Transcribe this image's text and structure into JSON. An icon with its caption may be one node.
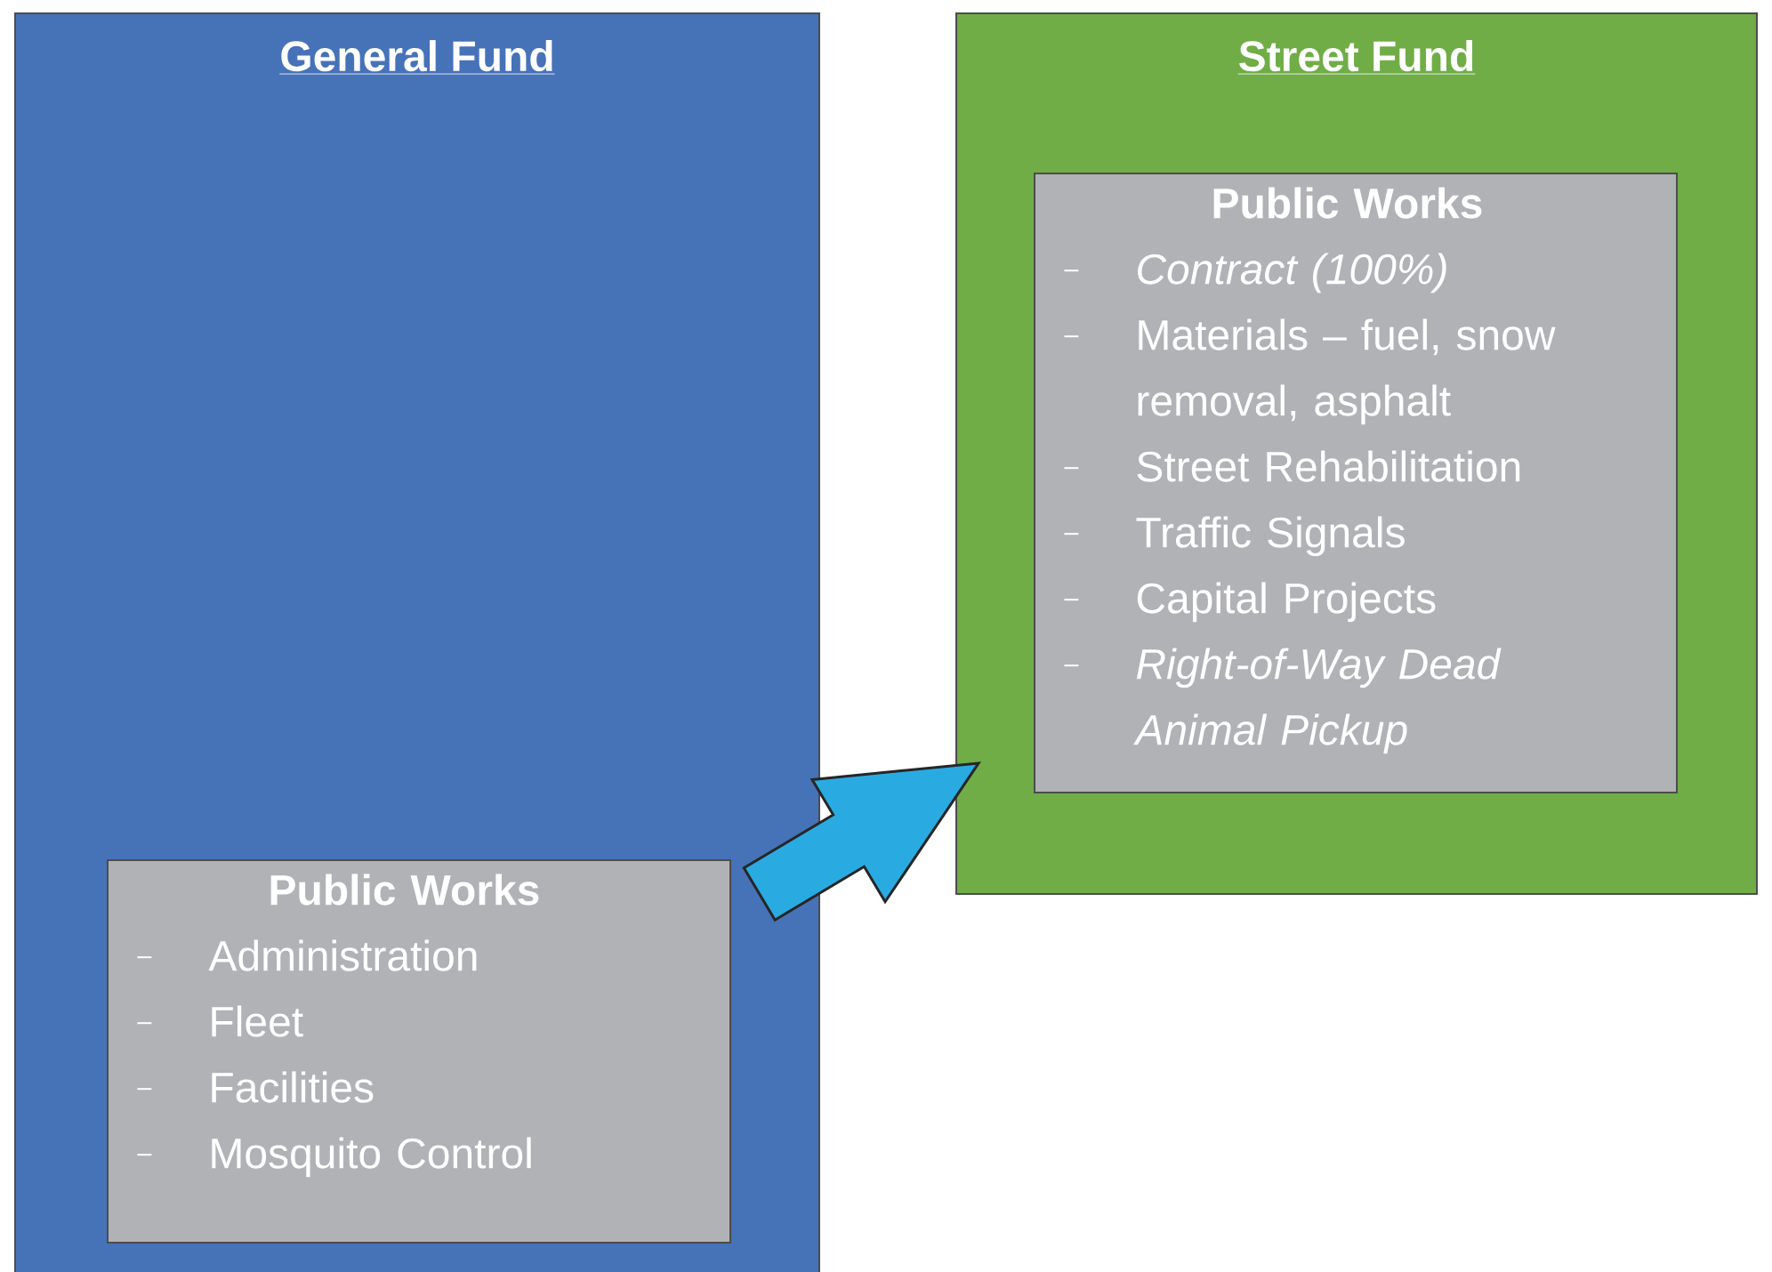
{
  "diagram": {
    "nodes": [
      {
        "text": [
          "General Fund"
        ]
      },
      {
        "text": [
          "Public Works",
          "Administration",
          "Fleet",
          "Facilities",
          "Mosquito Control"
        ],
        "in": 0
      },
      {
        "text": [
          "Street Fund"
        ]
      },
      {
        "text": [
          "Public Works",
          "Contract (100%)",
          "Materials – fuel, snow removal, asphalt",
          "Street Rehabilitation",
          "Traffic Signals",
          "Capital Projects",
          "Right-of-Way Dead Animal Pickup"
        ],
        "in": 2
      }
    ],
    "edges": [
      {
        "from": 1,
        "to": 2,
        "arrow": "to"
      }
    ]
  }
}
